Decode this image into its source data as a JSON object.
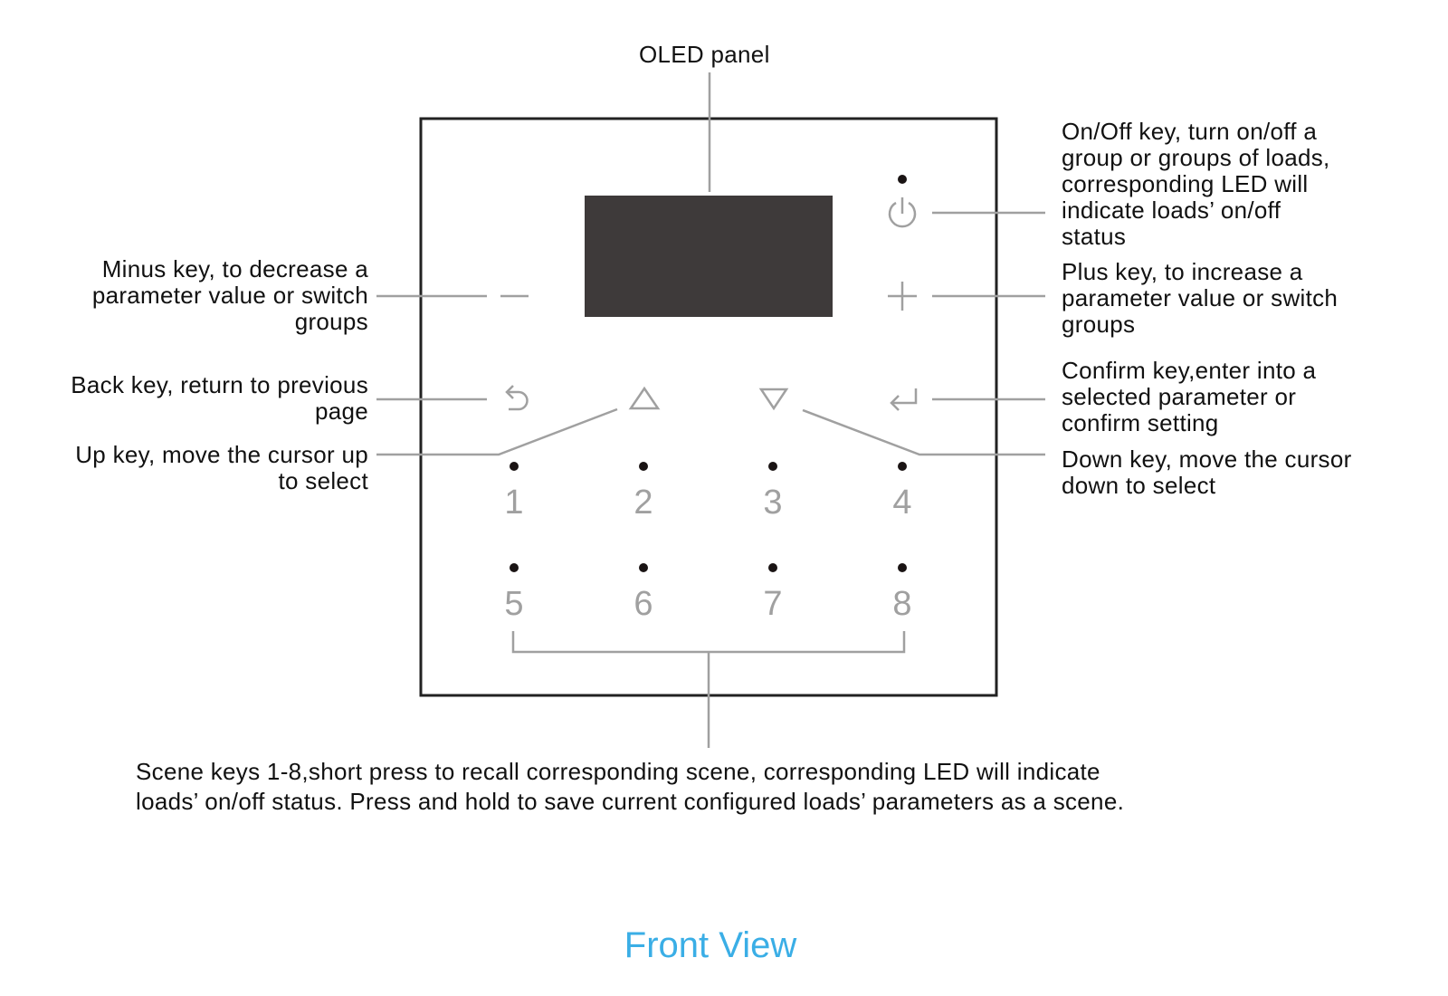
{
  "labels": {
    "oled": "OLED panel",
    "onoff": [
      "On/Off key, turn on/off a",
      "group or groups of loads,",
      "corresponding LED will",
      "indicate loads’ on/off",
      "status"
    ],
    "minus": [
      "Minus key, to decrease a",
      "parameter value or switch",
      "groups"
    ],
    "plus": [
      "Plus key, to increase a",
      "parameter value or switch",
      "groups"
    ],
    "back": [
      "Back key, return to previous",
      "page"
    ],
    "confirm": [
      "Confirm key,enter into a",
      "selected parameter or",
      "confirm setting"
    ],
    "up": [
      "Up key, move the cursor up",
      "to select"
    ],
    "down": [
      "Down key, move the cursor",
      "down to select"
    ],
    "scene": [
      "Scene keys 1-8,short press to recall corresponding scene, corresponding LED will indicate",
      "loads’ on/off status. Press and hold to save current configured loads’ parameters as a scene."
    ]
  },
  "scene_keys": [
    "1",
    "2",
    "3",
    "4",
    "5",
    "6",
    "7",
    "8"
  ],
  "title": "Front View",
  "colors": {
    "title": "#3aaee6",
    "icon": "#a0a0a0",
    "oled": "#3e3a3a"
  }
}
